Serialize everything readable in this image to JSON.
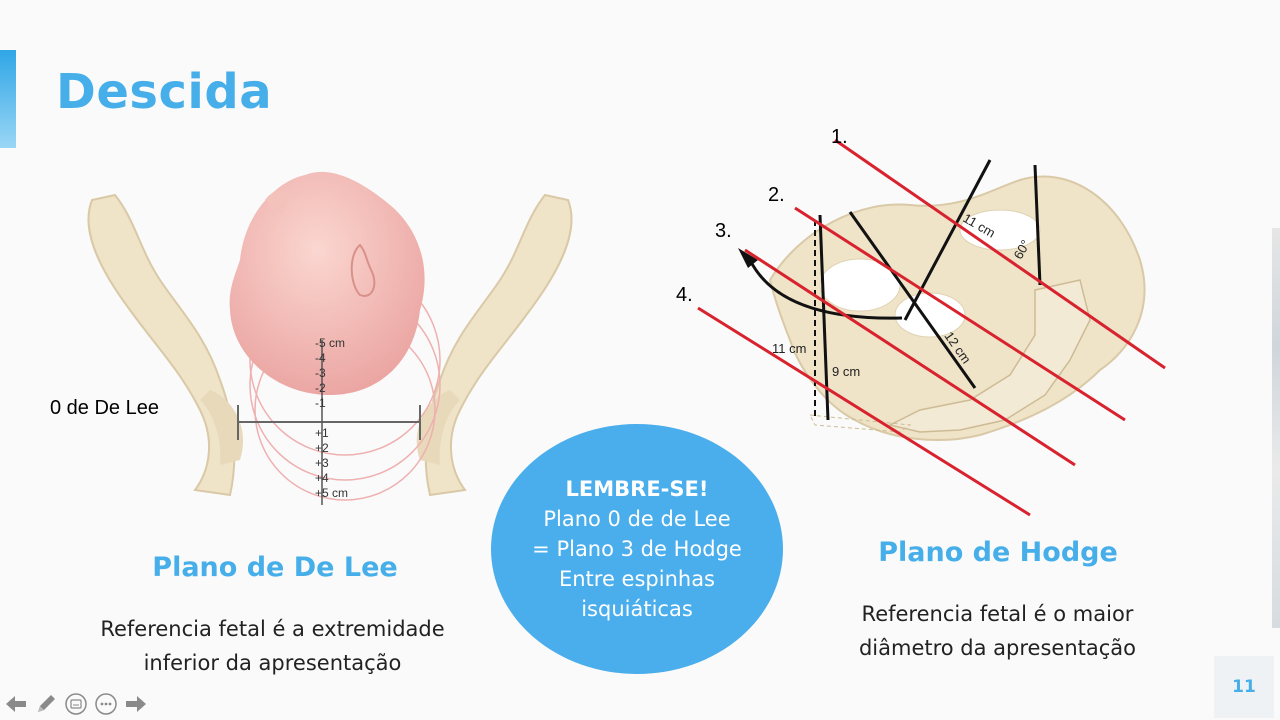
{
  "slide": {
    "title": "Descida",
    "page_number": "11",
    "accent_color": "#46aee8"
  },
  "left_panel": {
    "heading": "Plano de De Lee",
    "description_line1": "Referencia fetal é a extremidade",
    "description_line2": "inferior da apresentação",
    "figure_label": "0 de De Lee",
    "scale_labels": [
      "-5 cm",
      "-4",
      "-3",
      "-2",
      "-1",
      "+1",
      "+2",
      "+3",
      "+4",
      "+5 cm"
    ]
  },
  "right_panel": {
    "heading": "Plano de Hodge",
    "description_line1": "Referencia fetal é o maior",
    "description_line2": "diâmetro da apresentação",
    "plane_numbers": [
      "1.",
      "2.",
      "3.",
      "4."
    ],
    "measurements": [
      "11 cm",
      "60°",
      "12 cm",
      "11 cm",
      "9 cm"
    ]
  },
  "reminder": {
    "lead": "LEMBRE-SE!",
    "line1": "Plano 0 de de Lee",
    "line2": "= Plano 3 de Hodge",
    "line3": "Entre espinhas",
    "line4": "isquiáticas"
  },
  "toolbar": {
    "icons": [
      "arrow-left-icon",
      "pencil-icon",
      "subtitles-icon",
      "more-icon",
      "arrow-right-icon"
    ]
  }
}
